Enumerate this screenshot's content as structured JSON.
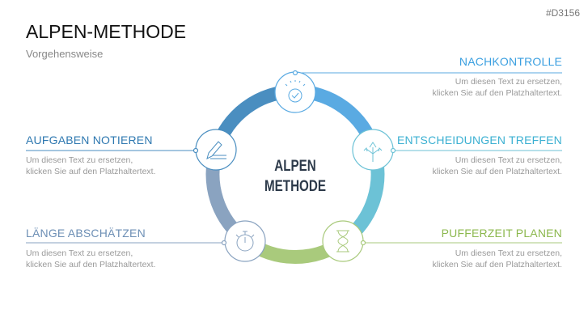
{
  "header": {
    "title": "ALPEN-METHODE",
    "subtitle": "Vorgehensweise",
    "code": "#D3156"
  },
  "center": {
    "line1": "ALPEN",
    "line2": "METHODE"
  },
  "steps": [
    {
      "title": "AUFGABEN NOTIEREN",
      "text1": "Um diesen Text zu ersetzen,",
      "text2": "klicken Sie auf den Platzhaltertext.",
      "color": "#2e78b0",
      "icon": "pencil-icon"
    },
    {
      "title": "LÄNGE ABSCHÄTZEN",
      "text1": "Um diesen Text zu ersetzen,",
      "text2": "klicken Sie auf den Platzhaltertext.",
      "color": "#6d8fb5",
      "icon": "stopwatch-icon"
    },
    {
      "title": "PUFFERZEIT PLANEN",
      "text1": "Um diesen Text zu ersetzen,",
      "text2": "klicken Sie auf den Platzhaltertext.",
      "color": "#8cb84e",
      "icon": "hourglass-icon"
    },
    {
      "title": "ENTSCHEIDUNGEN TREFFEN",
      "text1": "Um diesen Text zu ersetzen,",
      "text2": "klicken Sie auf den Platzhaltertext.",
      "color": "#3bb0d2",
      "icon": "split-arrows-icon"
    },
    {
      "title": "NACHKONTROLLE",
      "text1": "Um diesen Text zu ersetzen,",
      "text2": "klicken Sie auf den Platzhaltertext.",
      "color": "#3a9fe0",
      "icon": "checkmark-badge-icon"
    }
  ],
  "ring_colors": [
    "#4a8ec0",
    "#5aaae2",
    "#6cc2d6",
    "#a9ca7c",
    "#8aa3c0"
  ]
}
